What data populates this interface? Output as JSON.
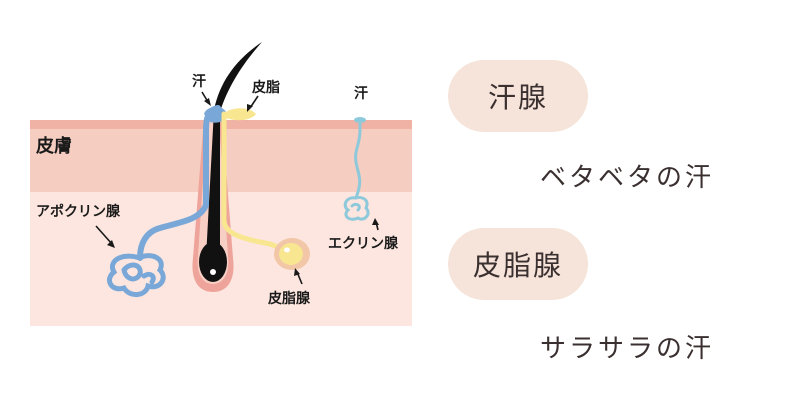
{
  "diagram": {
    "labels": {
      "skin": "皮膚",
      "sweat_left": "汗",
      "sebum_top": "皮脂",
      "sweat_right": "汗",
      "apocrine": "アポクリン腺",
      "eccrine": "エクリン腺",
      "sebaceous": "皮脂腺"
    },
    "colors": {
      "epidermis": "#efb2a5",
      "dermis": "#f5cdc1",
      "subcutis": "#fce6df",
      "apocrine_duct": "#79a8d8",
      "eccrine_duct": "#8ec9db",
      "sebum": "#f8e690",
      "hair": "#111111"
    }
  },
  "right_panel": {
    "items": [
      {
        "pill": "汗腺",
        "description": "ベタベタの汗"
      },
      {
        "pill": "皮脂腺",
        "description": "サラサラの汗"
      }
    ],
    "pill_color": "#f6e4da"
  }
}
